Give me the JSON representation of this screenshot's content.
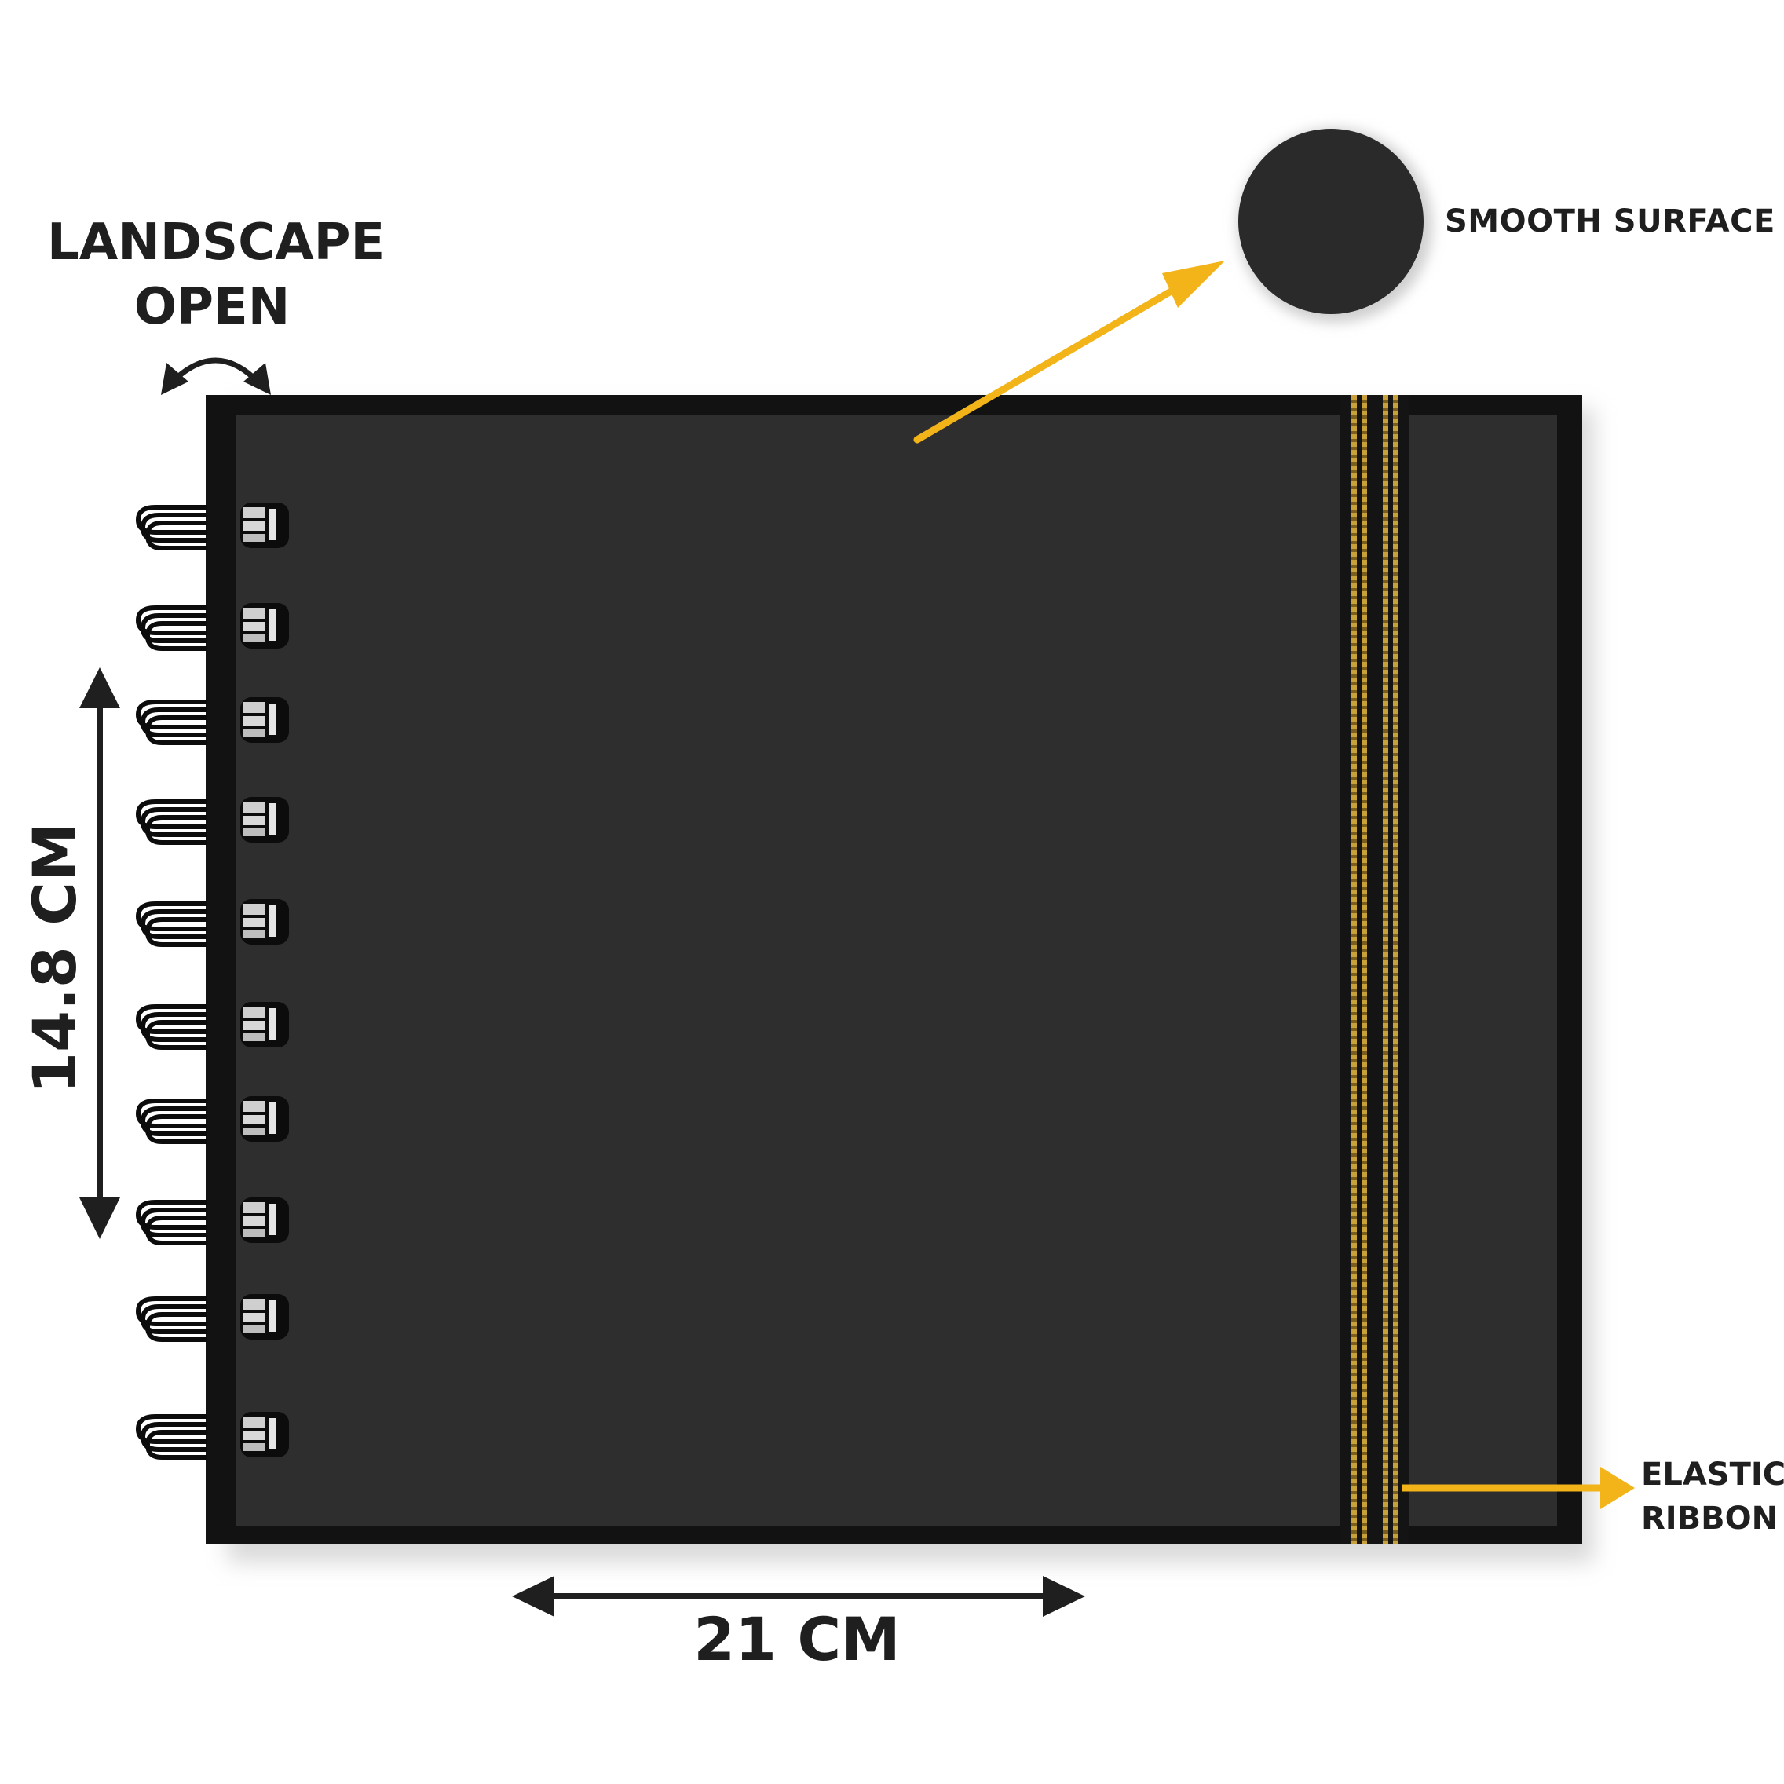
{
  "labels": {
    "landscape_line1": "LANDSCAPE",
    "landscape_line2": "OPEN",
    "smooth_surface": "SMOOTH SURFACE",
    "elastic_line1": "ELASTIC",
    "elastic_line2": "RIBBON",
    "width": "21 CM",
    "height": "14.8 CM"
  },
  "colors": {
    "accent_arrow": "#F2B418",
    "text": "#1F1F1F",
    "cover": "#121212",
    "page": "#2F2E2F"
  },
  "rings": {
    "count": 10
  }
}
